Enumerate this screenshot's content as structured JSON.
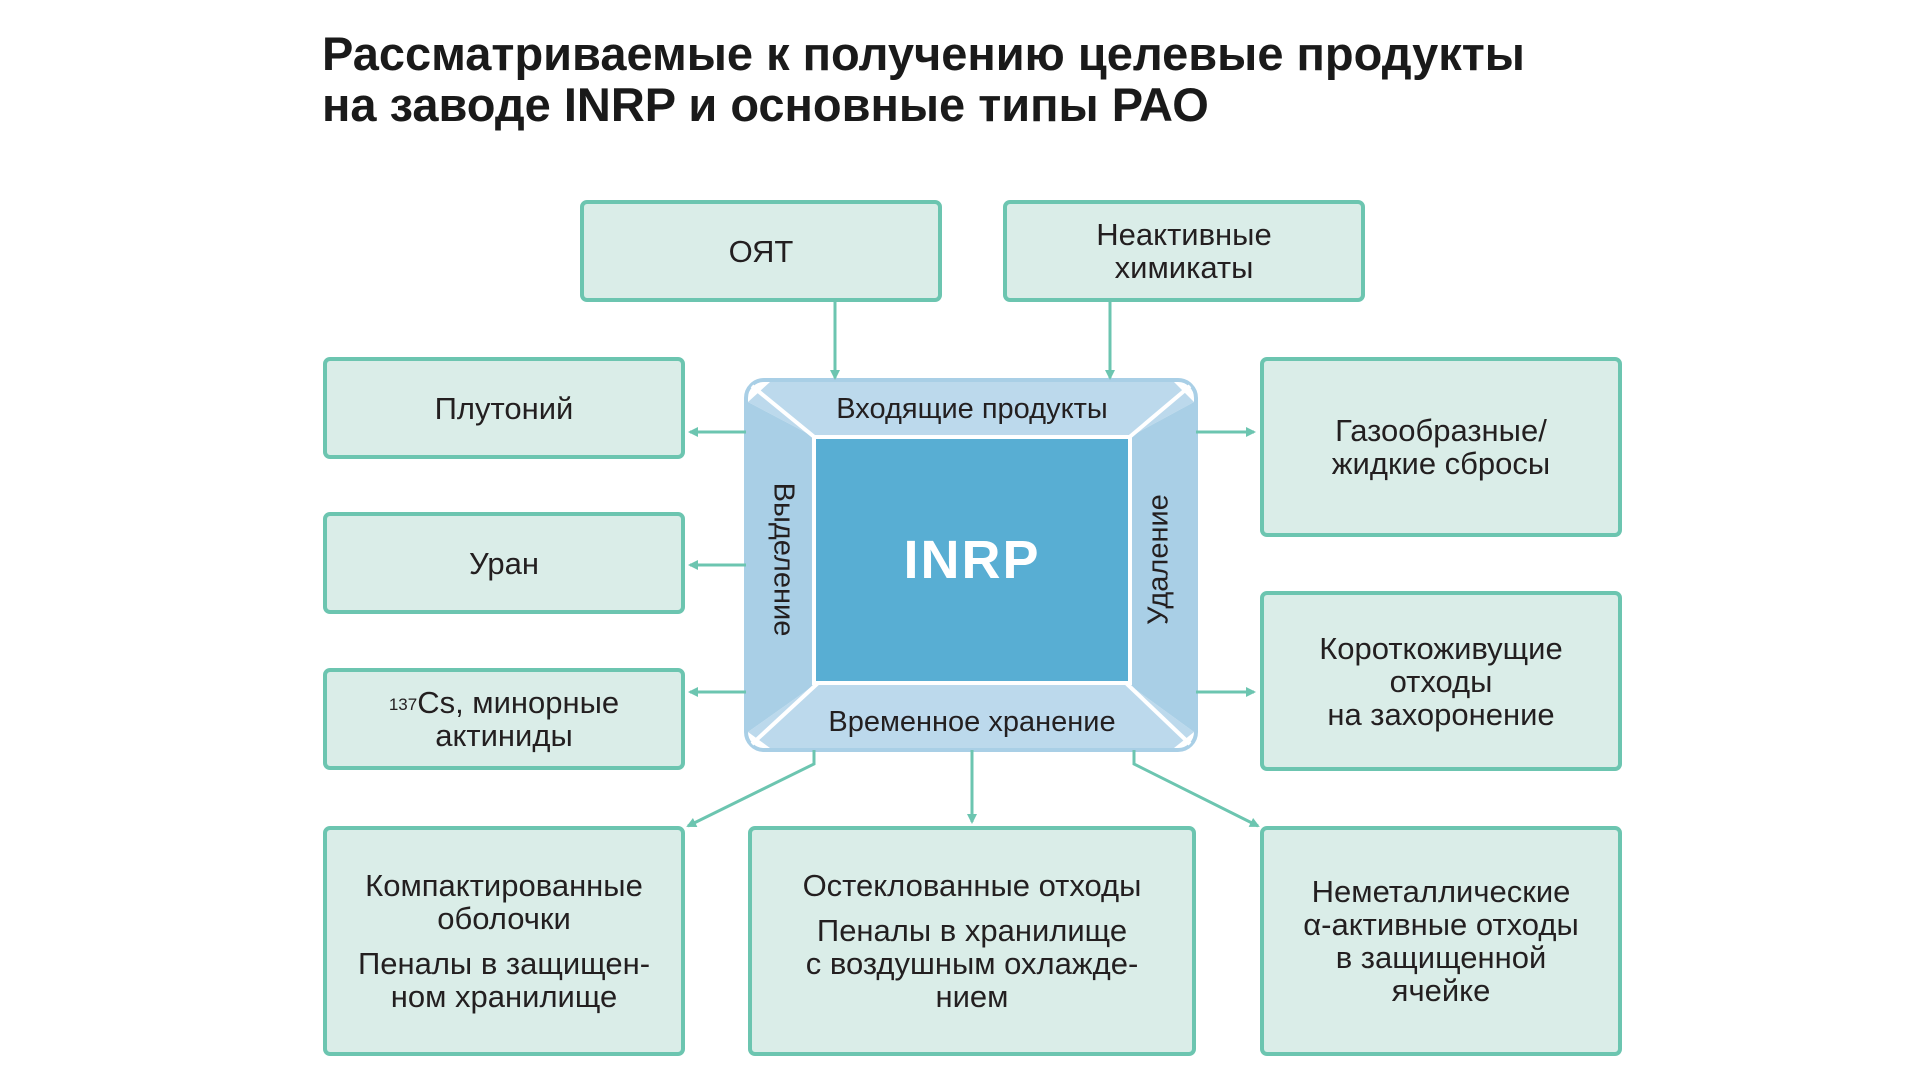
{
  "title": {
    "line1": "Рассматриваемые к получению целевые продукты",
    "line2": "на заводе INRP и основные типы РАО"
  },
  "inputs": {
    "spent_fuel": "ОЯТ",
    "chemicals_l1": "Неактивные",
    "chemicals_l2": "химикаты"
  },
  "left_products": {
    "plutonium": "Плутоний",
    "uranium": "Уран",
    "cs_superscript": "137",
    "cs_l1": "Cs, минорные",
    "cs_l2": "актиниды"
  },
  "right_outputs": {
    "gas_l1": "Газообразные/",
    "gas_l2": "жидкие сбросы",
    "short_l1": "Короткоживущие",
    "short_l2": "отходы",
    "short_l3": "на захоронение"
  },
  "bottom_outputs": {
    "hulls_l1": "Компактированные",
    "hulls_l2": "оболочки",
    "hulls_l3": "Пеналы в защищен-",
    "hulls_l4": "ном хранилище",
    "vitrified_l1": "Остеклованные отходы",
    "vitrified_l2": "Пеналы в хранилище",
    "vitrified_l3": "с воздушным охлажде-",
    "vitrified_l4": "нием",
    "alpha_l1": "Неметаллические",
    "alpha_l2": "α-активные отходы",
    "alpha_l3": "в защищенной",
    "alpha_l4": "ячейке"
  },
  "plant": {
    "name": "INRP",
    "top": "Входящие продукты",
    "bottom": "Временное хранение",
    "left": "Выделение",
    "right": "Удаление"
  },
  "colors": {
    "box_fill": "#daede8",
    "box_border": "#6cc5b0",
    "frame_light": "#bcd9ec",
    "frame_mid": "#a9cfe6",
    "core": "#58aed3",
    "arrow": "#6cc5b0"
  }
}
